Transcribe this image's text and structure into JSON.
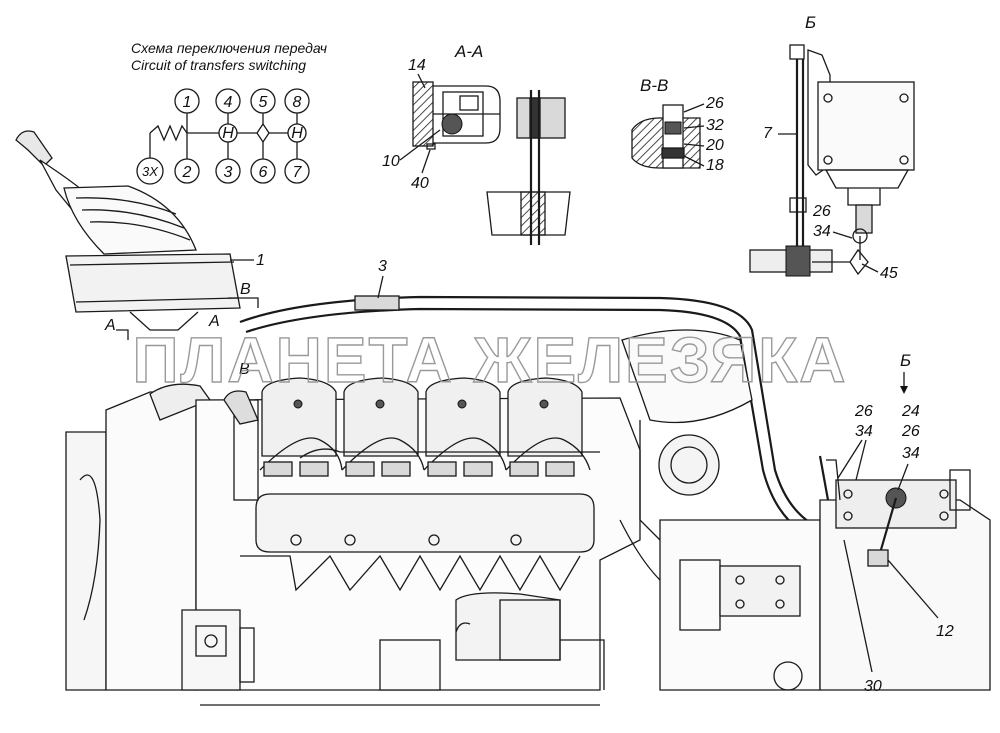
{
  "captions": {
    "title_ru": "Схема переключения передач",
    "title_en": "Circuit of transfers switching"
  },
  "shift_scheme": {
    "top": [
      "1",
      "4",
      "5",
      "8"
    ],
    "bottom": [
      "3X",
      "2",
      "3",
      "6",
      "7"
    ],
    "neutral": [
      "H",
      "H"
    ]
  },
  "sections": {
    "aa": "A-A",
    "bb": "B-B",
    "view_b": "Б",
    "view_b_arrow": "Б",
    "cut_a": "A",
    "cut_a2": "A",
    "cut_b": "B",
    "cut_b2": "B"
  },
  "callouts": {
    "c1": "1",
    "c3": "3",
    "c7": "7",
    "c10": "10",
    "c12": "12",
    "c14": "14",
    "c18": "18",
    "c20": "20",
    "c26a": "26",
    "c32": "32",
    "c40": "40",
    "c26b": "26",
    "c34b": "34",
    "c45": "45",
    "c26c": "26",
    "c34c": "34",
    "c24": "24",
    "c26d": "26",
    "c34d": "34",
    "c30": "30"
  },
  "watermark": "ПЛАНЕТА ЖЕЛЕЗЯКА"
}
